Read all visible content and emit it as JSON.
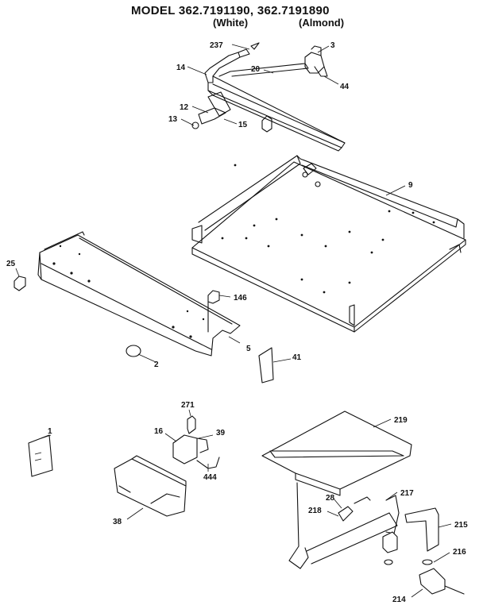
{
  "title": {
    "model": "MODEL 362.7191190, 362.7191890",
    "variant_white": "(White)",
    "variant_almond": "(Almond)"
  },
  "part_labels": {
    "p237": "237",
    "p3": "3",
    "p14": "14",
    "p20": "20",
    "p44": "44",
    "p12": "12",
    "p13": "13",
    "p15": "15",
    "p9": "9",
    "p25": "25",
    "p146": "146",
    "p5": "5",
    "p2": "2",
    "p41": "41",
    "p271": "271",
    "p16": "16",
    "p39": "39",
    "p1": "1",
    "p444": "444",
    "p38": "38",
    "p219": "219",
    "p28": "28",
    "p217": "217",
    "p218": "218",
    "p215": "215",
    "p216": "216",
    "p214": "214"
  }
}
